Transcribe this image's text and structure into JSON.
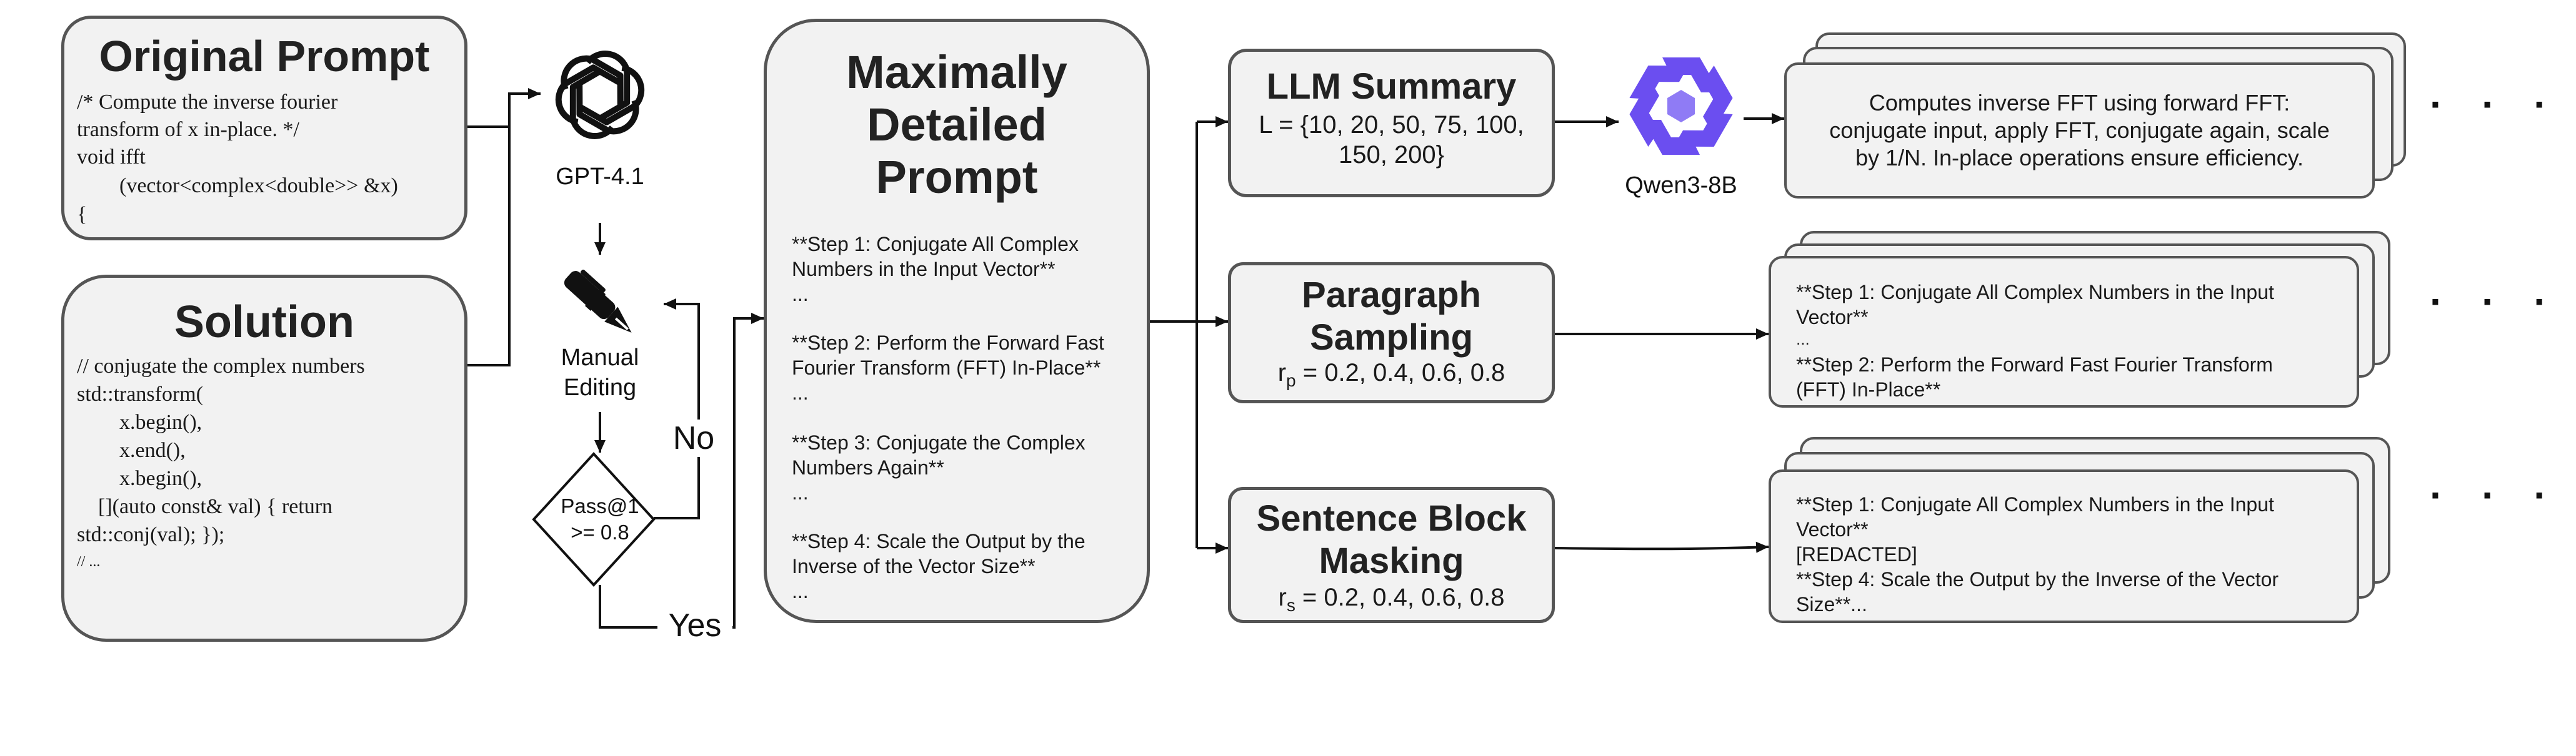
{
  "original_prompt": {
    "title": "Original Prompt",
    "lines": [
      "/* Compute the inverse fourier",
      "transform of x in-place. */",
      "void ifft",
      "        (vector<complex<double>> &x)",
      "{"
    ]
  },
  "solution": {
    "title": "Solution",
    "lines": [
      "// conjugate the complex numbers",
      "std::transform(",
      "        x.begin(),",
      "        x.end(),",
      "        x.begin(),",
      "    [](auto const& val) { return",
      "std::conj(val); });"
    ],
    "tail": "// ..."
  },
  "gpt": {
    "label": "GPT-4.1",
    "icon": "openai-logo-icon"
  },
  "manual": {
    "label_line1": "Manual",
    "label_line2": "Editing",
    "icon": "pen-icon"
  },
  "decision": {
    "line1": "Pass@1",
    "line2": ">= 0.8",
    "no_label": "No",
    "yes_label": "Yes"
  },
  "detailed": {
    "title_lines": [
      "Maximally",
      "Detailed",
      "Prompt"
    ],
    "steps": [
      {
        "l1": "**Step 1: Conjugate All Complex",
        "l2": "Numbers in the Input Vector**",
        "ell": "..."
      },
      {
        "l1": "**Step 2: Perform the Forward Fast",
        "l2": "Fourier Transform (FFT) In-Place**",
        "ell": "..."
      },
      {
        "l1": "**Step 3: Conjugate the Complex",
        "l2": "Numbers Again**",
        "ell": "..."
      },
      {
        "l1": "**Step 4: Scale the Output by the",
        "l2": "Inverse of the Vector Size**",
        "ell": "..."
      }
    ]
  },
  "llm_summary": {
    "title": "LLM Summary",
    "line1": "L = {10, 20, 50, 75, 100,",
    "line2": "150, 200}"
  },
  "qwen": {
    "label": "Qwen3-8B",
    "icon": "qwen-logo-icon",
    "color": "#6b4ef0"
  },
  "paragraph": {
    "title_line1": "Paragraph",
    "title_line2": "Sampling",
    "param_sym": "r",
    "param_sub": "p",
    "param_vals": " = 0.2, 0.4, 0.6, 0.8"
  },
  "sentence": {
    "title_line1": "Sentence Block",
    "title_line2": "Masking",
    "param_sym": "r",
    "param_sub": "s",
    "param_vals": " = 0.2, 0.4, 0.6, 0.8"
  },
  "output_summary": {
    "lines": [
      "Computes inverse FFT using forward FFT:",
      "conjugate input, apply FFT, conjugate again, scale",
      "by 1/N. In-place operations ensure efficiency."
    ]
  },
  "output_paragraph": {
    "lines": [
      "**Step 1: Conjugate All Complex Numbers in the Input",
      "Vector**",
      "...",
      "**Step 2: Perform the Forward Fast Fourier Transform",
      "(FFT) In-Place**"
    ]
  },
  "output_sentence": {
    "lines": [
      "**Step 1: Conjugate All Complex Numbers in the Input",
      "Vector**",
      "[REDACTED]",
      "**Step 4: Scale the Output by the Inverse of the Vector",
      "Size**..."
    ]
  },
  "ellipsis": "· · ·"
}
